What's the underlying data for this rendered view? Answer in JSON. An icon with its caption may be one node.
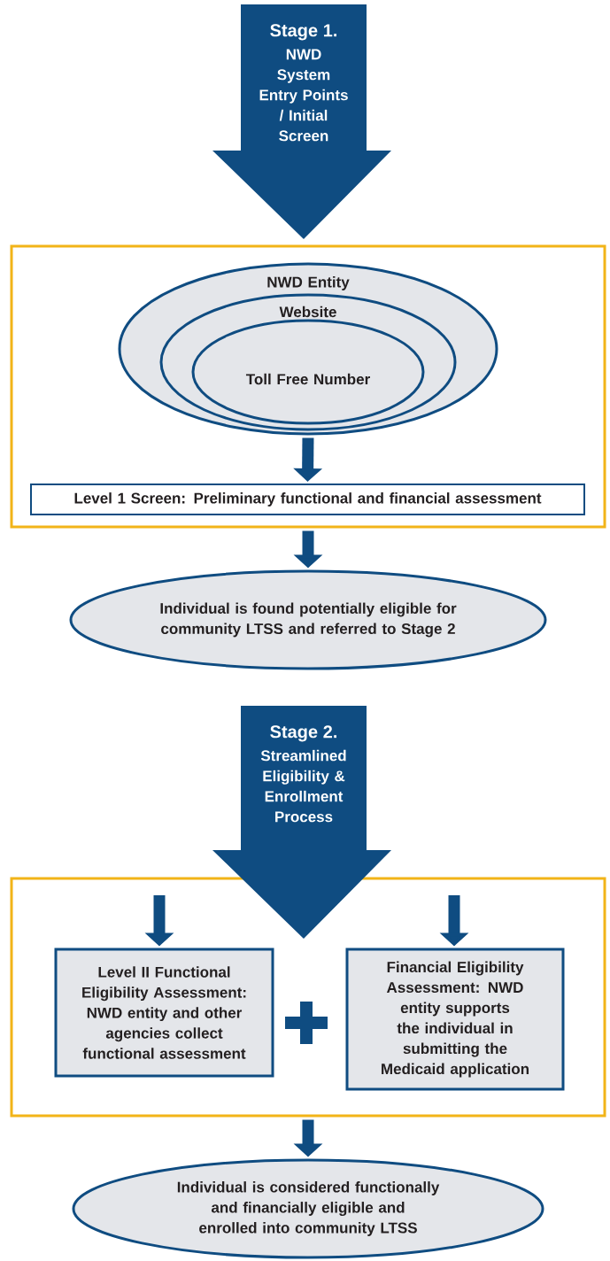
{
  "diagram": {
    "nodes": [
      {
        "text": [
          "Stage 1.",
          "NWD System Entry Points / Initial Screen"
        ]
      },
      {
        "text": [],
        "shape": "box"
      },
      {
        "text": [
          "NWD Entity"
        ],
        "in": 1
      },
      {
        "text": [
          "Website"
        ],
        "in": 2
      },
      {
        "text": [
          "Toll Free Number"
        ],
        "in": 3
      },
      {
        "text": [
          "Level 1 Screen: Preliminary functional and financial assessment"
        ],
        "in": 1
      },
      {
        "text": [
          "Individual is found potentially eligible for community LTSS and referred to Stage 2"
        ]
      },
      {
        "text": [
          "Stage 2.",
          "Streamlined Eligibility & Enrollment Process"
        ]
      },
      {
        "text": [],
        "shape": "box"
      },
      {
        "text": [
          "Level II Functional Eligibility Assessment: NWD entity and other agencies collect functional assessment"
        ],
        "in": 8
      },
      {
        "text": [
          "Financial Eligibility Assessment: NWD entity supports the individual in submitting the Medicaid application"
        ],
        "in": 8
      },
      {
        "text": [
          "Individual is considered functionally and financially eligible and enrolled into community LTSS"
        ]
      }
    ],
    "edges": [
      {
        "from": 2,
        "to": 5,
        "arrow": "to"
      },
      {
        "from": 1,
        "to": 6,
        "arrow": "to"
      },
      {
        "from": null,
        "to": 9,
        "arrow": "to"
      },
      {
        "from": null,
        "to": 10,
        "arrow": "to"
      },
      {
        "from": 8,
        "to": 11,
        "arrow": "to"
      }
    ]
  }
}
